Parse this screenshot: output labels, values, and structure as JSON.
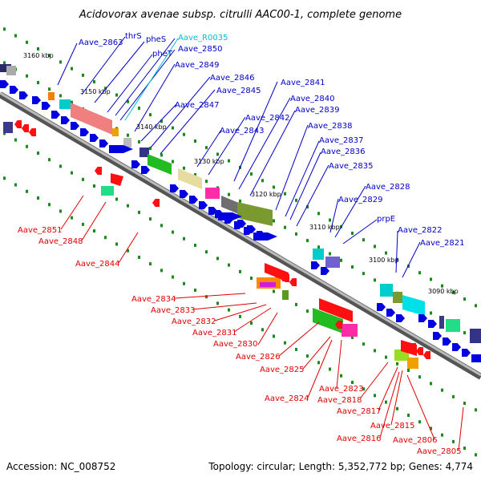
{
  "title": "Acidovorax avenae subsp. citrulli AAC00-1, complete genome",
  "accession": "Accession: NC_008752",
  "summary": "Topology: circular; Length: 5,352,772 bp; Genes: 4,774",
  "kbp_labels": [
    "3160 kbp",
    "3150 kbp",
    "3140 kbp",
    "3130 kbp",
    "3120 kbp",
    "3110 kbp",
    "3100 kbp",
    "3090 kbp"
  ],
  "forward_genes": [
    "Aave_2863",
    "thrS",
    "pheS",
    "Aave_R0035",
    "pheT",
    "Aave_2850",
    "Aave_2849",
    "Aave_2846",
    "Aave_2845",
    "Aave_2847",
    "Aave_2841",
    "Aave_2842",
    "Aave_2840",
    "Aave_2839",
    "Aave_2843",
    "Aave_2838",
    "Aave_2837",
    "Aave_2836",
    "Aave_2835",
    "Aave_2828",
    "Aave_2829",
    "prpE",
    "Aave_2822",
    "Aave_2821"
  ],
  "reverse_genes": [
    "Aave_2851",
    "Aave_2848",
    "Aave_2844",
    "Aave_2834",
    "Aave_2833",
    "Aave_2832",
    "Aave_2831",
    "Aave_2830",
    "Aave_2826",
    "Aave_2825",
    "Aave_2823",
    "Aave_2824",
    "Aave_2818",
    "Aave_2817",
    "Aave_2815",
    "Aave_2816",
    "Aave_2806",
    "Aave_2805"
  ],
  "colors": {
    "forward_label": "#0000c8",
    "reverse_label": "#e00000",
    "rna_label": "#00bcd4",
    "backbone": "#888888"
  }
}
